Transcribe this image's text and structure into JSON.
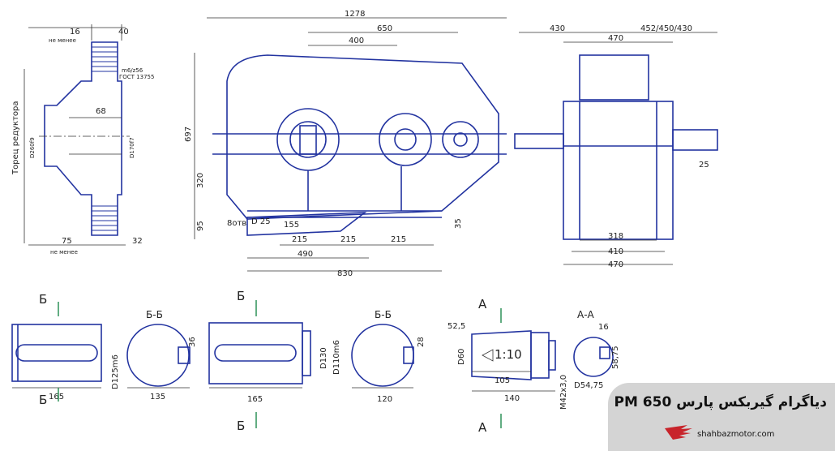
{
  "banner": {
    "title": "دیاگرام گیربکس پارس PM 650",
    "site": "shahbazmotor.com",
    "logo_icon": "wing-logo-icon",
    "logo_color": "#c8242b"
  },
  "colors": {
    "outline_blue": "#2233a0",
    "section_green": "#1f8a4c",
    "line": "#333333"
  },
  "coupling": {
    "d16": "16",
    "d40": "40",
    "nemenee_top": "не менее",
    "spline": "m6/z56",
    "gost": "ГОСТ 13755",
    "d68": "68",
    "d170": "D170f7",
    "d260": "D260f9",
    "d75": "75",
    "d32": "32",
    "nemenee_bot": "не менее",
    "side_label": "Торец редуктора"
  },
  "front": {
    "d1278": "1278",
    "d650": "650",
    "d400": "400",
    "d697": "697",
    "d320": "320",
    "d95": "95",
    "holes": "8отв",
    "d25": "D 25",
    "d155": "155",
    "d35": "35",
    "d215a": "215",
    "d215b": "215",
    "d215c": "215",
    "d490": "490",
    "d830": "830"
  },
  "side": {
    "d430": "430",
    "d452": "452/450/430",
    "d470top": "470",
    "d25": "25",
    "d318": "318",
    "d410": "410",
    "d470bot": "470"
  },
  "shafts": {
    "s1_len": "165",
    "s1_dia": "D125m6",
    "s1_sec_len": "135",
    "s1_key": "36",
    "s2_len": "165",
    "s2_dia_outer": "D130",
    "s2_dia": "D110m6",
    "s2_sec_len": "120",
    "s2_key": "28",
    "cone_d52": "52,5",
    "cone_d60": "D60",
    "cone_ratio": "1:10",
    "cone_d105": "105",
    "cone_d140": "140",
    "cone_thread": "M42x3,0",
    "conesec_16": "16",
    "conesec_5875": "58,75",
    "conesec_d5475": "D54,75",
    "label_B": "Б",
    "label_BB": "Б-Б",
    "label_A": "А",
    "label_AA": "А-А"
  }
}
